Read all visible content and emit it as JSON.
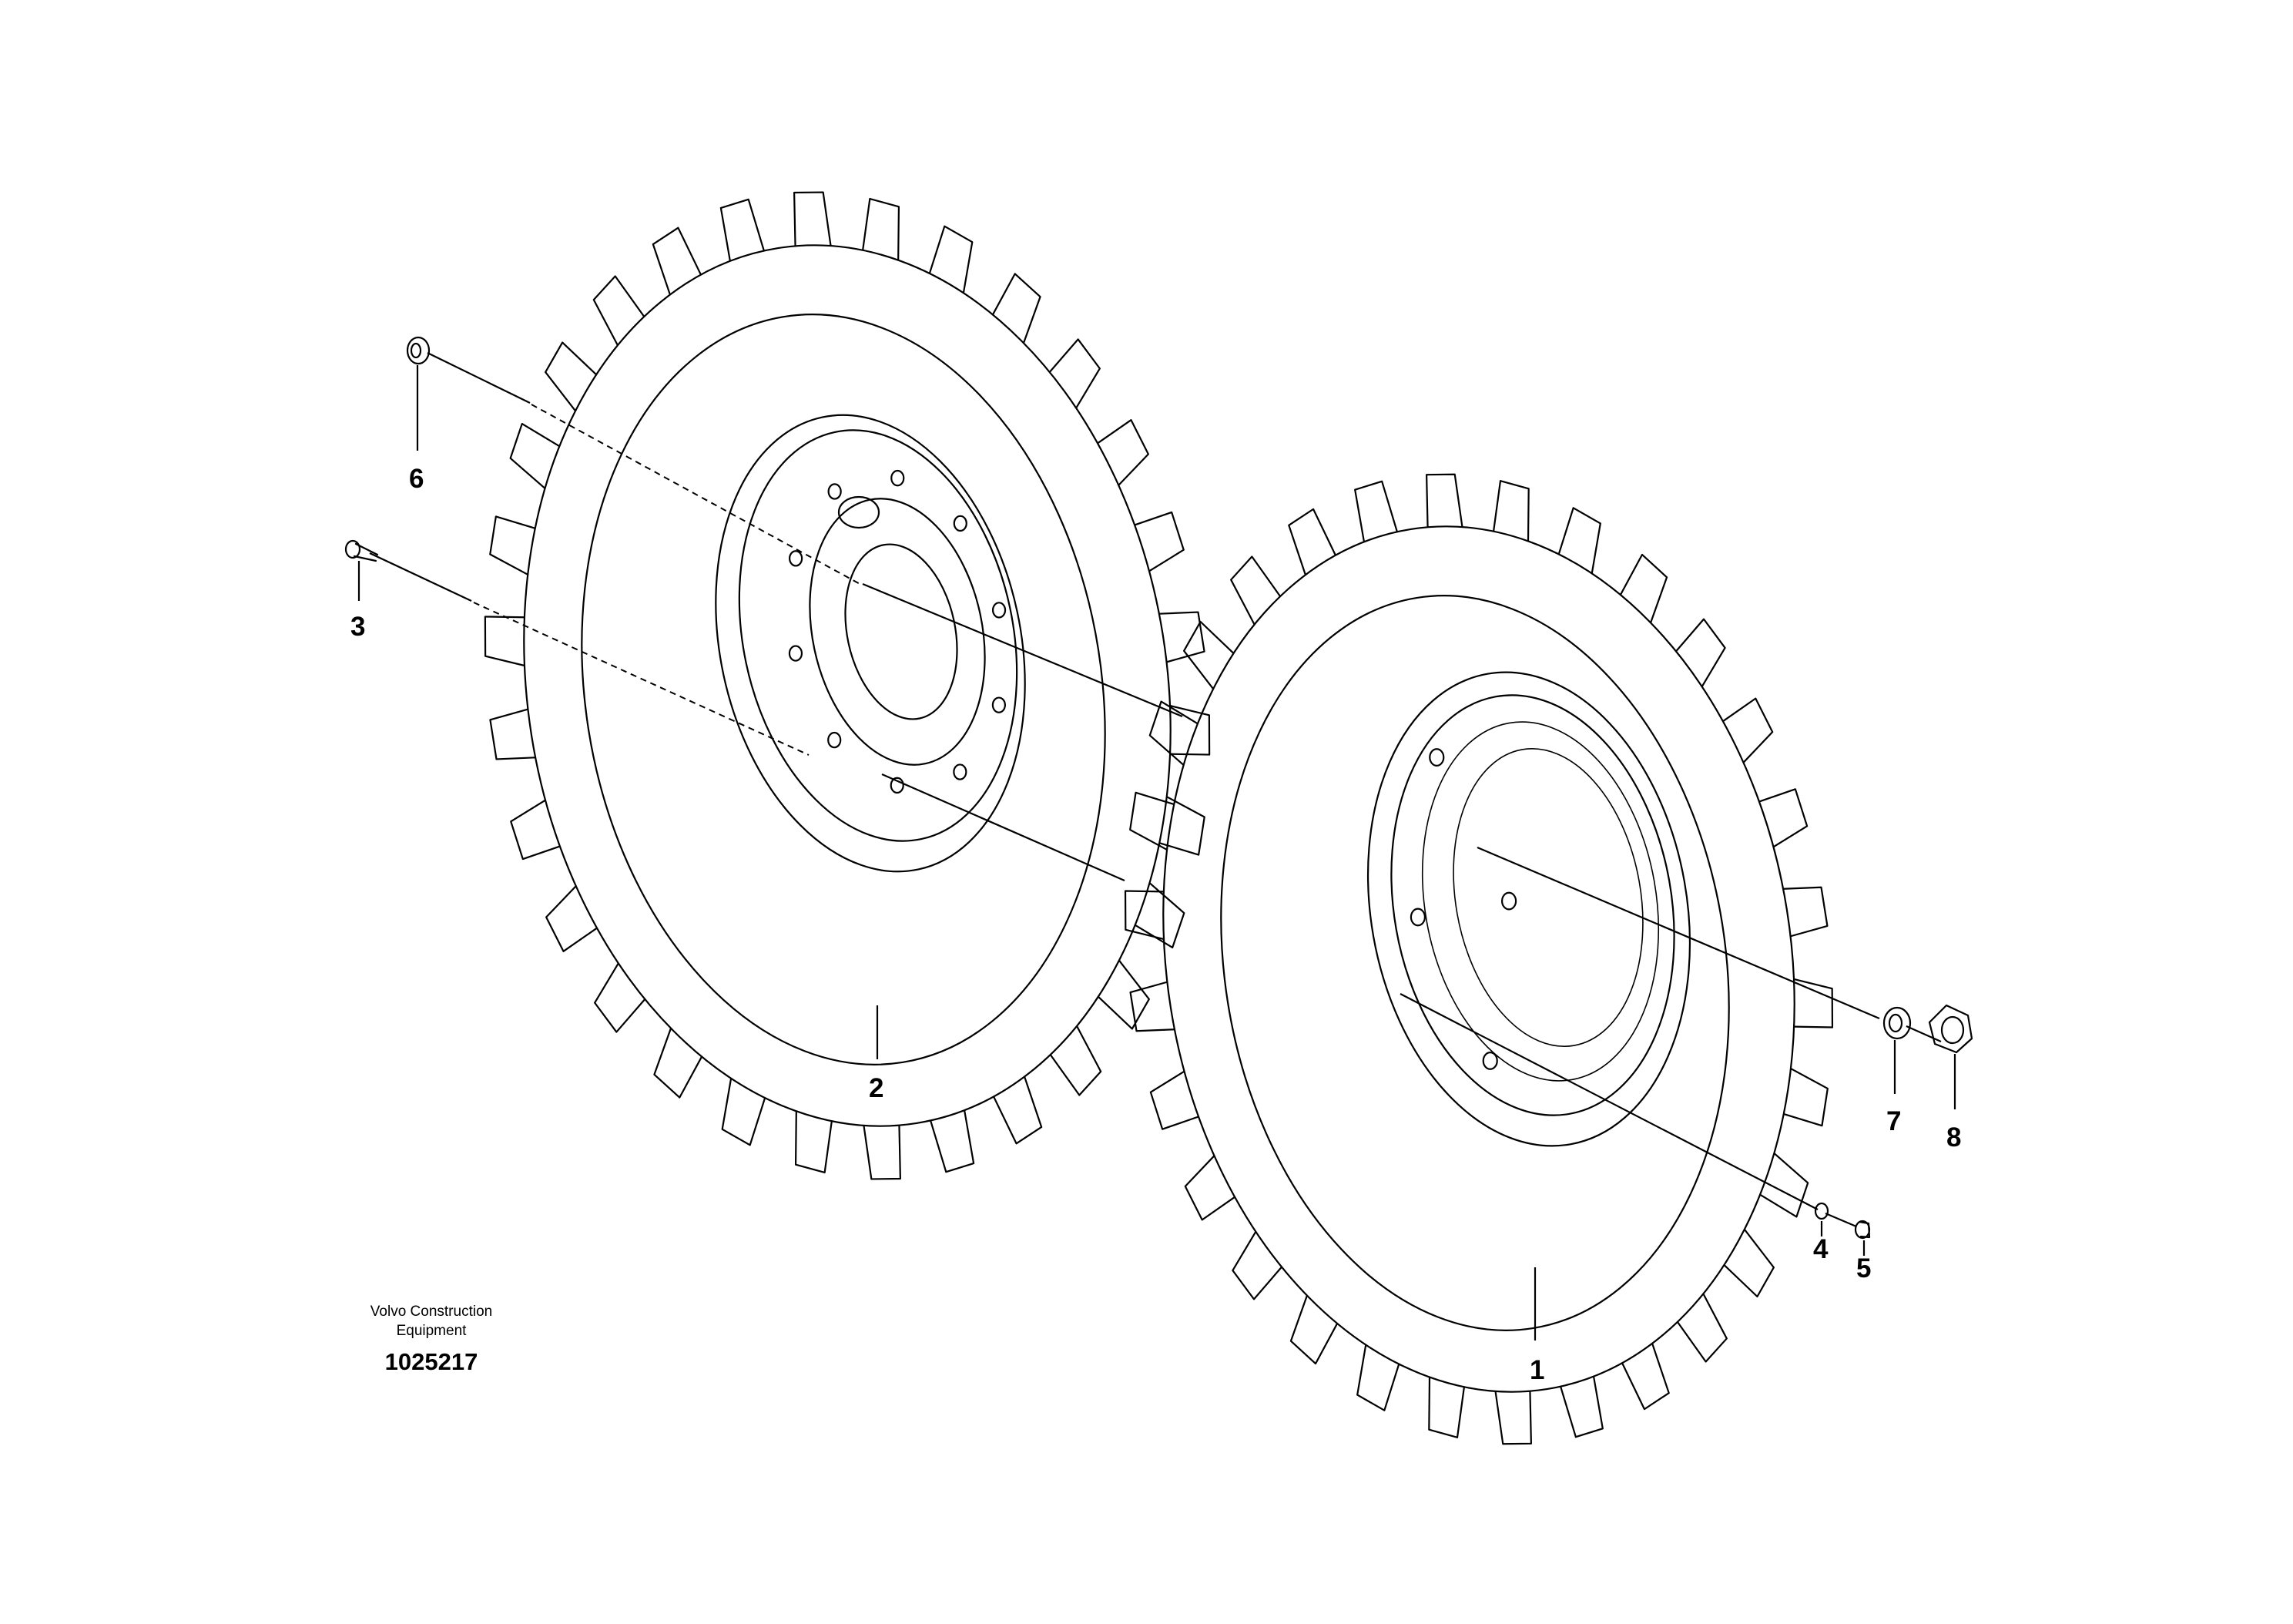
{
  "diagram": {
    "callouts": [
      {
        "id": "1",
        "label": "1"
      },
      {
        "id": "2",
        "label": "2"
      },
      {
        "id": "3",
        "label": "3"
      },
      {
        "id": "4",
        "label": "4"
      },
      {
        "id": "5",
        "label": "5"
      },
      {
        "id": "6",
        "label": "6"
      },
      {
        "id": "7",
        "label": "7"
      },
      {
        "id": "8",
        "label": "8"
      }
    ],
    "footer": {
      "company_line1": "Volvo Construction",
      "company_line2": "Equipment",
      "figure_number": "1025217"
    }
  }
}
